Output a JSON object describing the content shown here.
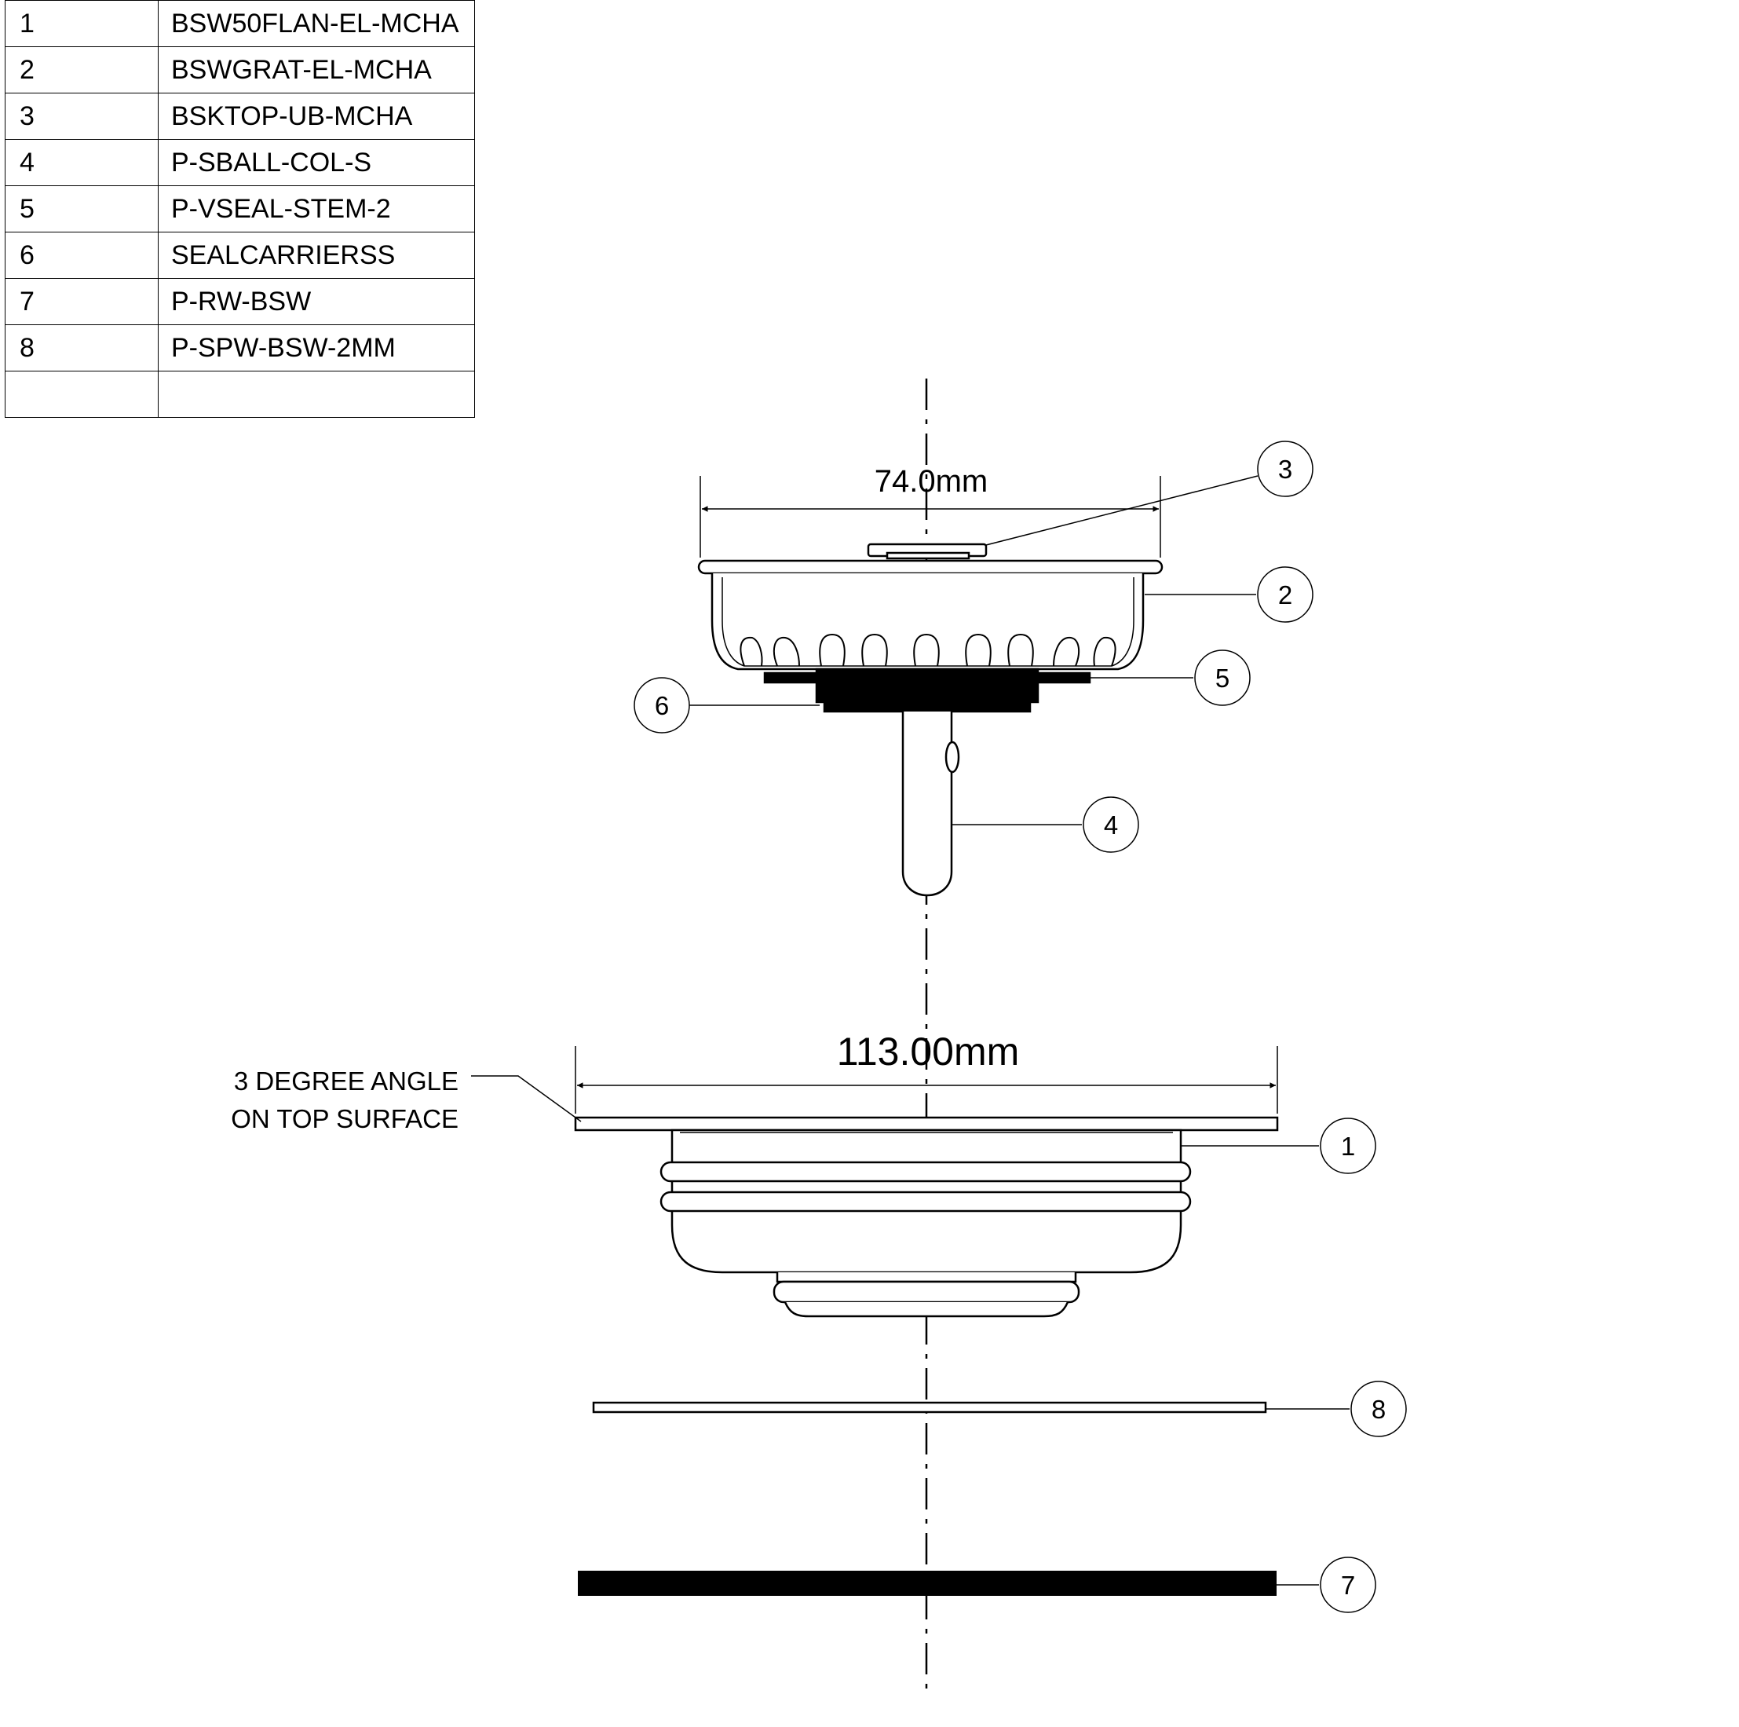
{
  "parts_table": {
    "rows": [
      {
        "no": "1",
        "code": "BSW50FLAN-EL-MCHA"
      },
      {
        "no": "2",
        "code": "BSWGRAT-EL-MCHA"
      },
      {
        "no": "3",
        "code": "BSKTOP-UB-MCHA"
      },
      {
        "no": "4",
        "code": "P-SBALL-COL-S"
      },
      {
        "no": "5",
        "code": "P-VSEAL-STEM-2"
      },
      {
        "no": "6",
        "code": "SEALCARRIERSS"
      },
      {
        "no": "7",
        "code": "P-RW-BSW"
      },
      {
        "no": "8",
        "code": "P-SPW-BSW-2MM"
      },
      {
        "no": "",
        "code": ""
      }
    ]
  },
  "dimensions": {
    "basket_width": "74.0mm",
    "flange_width": "113.00mm"
  },
  "notes": {
    "angle_line1": "3 DEGREE ANGLE",
    "angle_line2": "ON TOP SURFACE"
  },
  "balloons": {
    "b1": "1",
    "b2": "2",
    "b3": "3",
    "b4": "4",
    "b5": "5",
    "b6": "6",
    "b7": "7",
    "b8": "8"
  },
  "colors": {
    "line": "#000000",
    "background": "#ffffff"
  }
}
